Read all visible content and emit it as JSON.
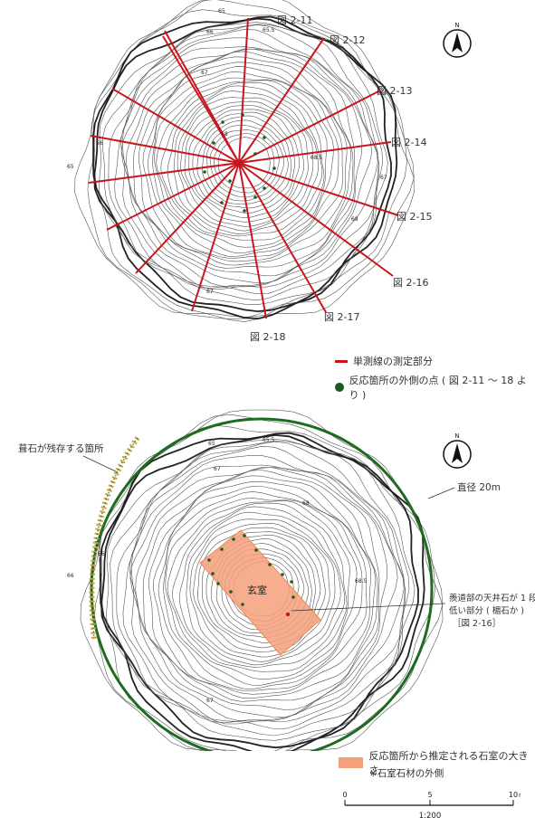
{
  "top_map": {
    "figure_labels": [
      "図 2-11",
      "図 2-12",
      "図 2-13",
      "図 2-14",
      "図 2-15",
      "図 2-16",
      "図 2-17",
      "図 2-18"
    ],
    "contour_labels": [
      "65",
      "65.5",
      "66",
      "67",
      "68",
      "68.5",
      "66",
      "65",
      "67",
      "68",
      "67"
    ],
    "north": "N"
  },
  "legend_top": {
    "red_line_label": "単測線の測定部分",
    "green_dot_label": "反応箇所の外側の点 ( 図 2-11 ～ 18 より )"
  },
  "bottom_map": {
    "north": "N",
    "stone_callout": "葺石が残存する箇所",
    "diameter_callout": "直径 20m",
    "chamber_label": "玄室",
    "lintel_callout_line1": "羨道部の天井石が 1 段",
    "lintel_callout_line2": "低い部分 ( 楣石か )",
    "lintel_callout_line3": "［図 2-16］",
    "contour_labels": [
      "65",
      "65.5",
      "66",
      "67",
      "68",
      "68.5",
      "66",
      "67"
    ]
  },
  "legend_bottom": {
    "orange_label": "反応箇所から推定される石室の大きさ",
    "orange_note": "※石室石材の外側"
  },
  "scale": {
    "ticks": [
      "0",
      "5",
      "10"
    ],
    "unit": "m",
    "ratio": "1:200"
  },
  "colors": {
    "red_line": "#c8161d",
    "green_dot": "#1e5a1e",
    "green_circle": "#1f6b1f",
    "orange_zone": "#f4a07a",
    "contour": "#555555"
  }
}
